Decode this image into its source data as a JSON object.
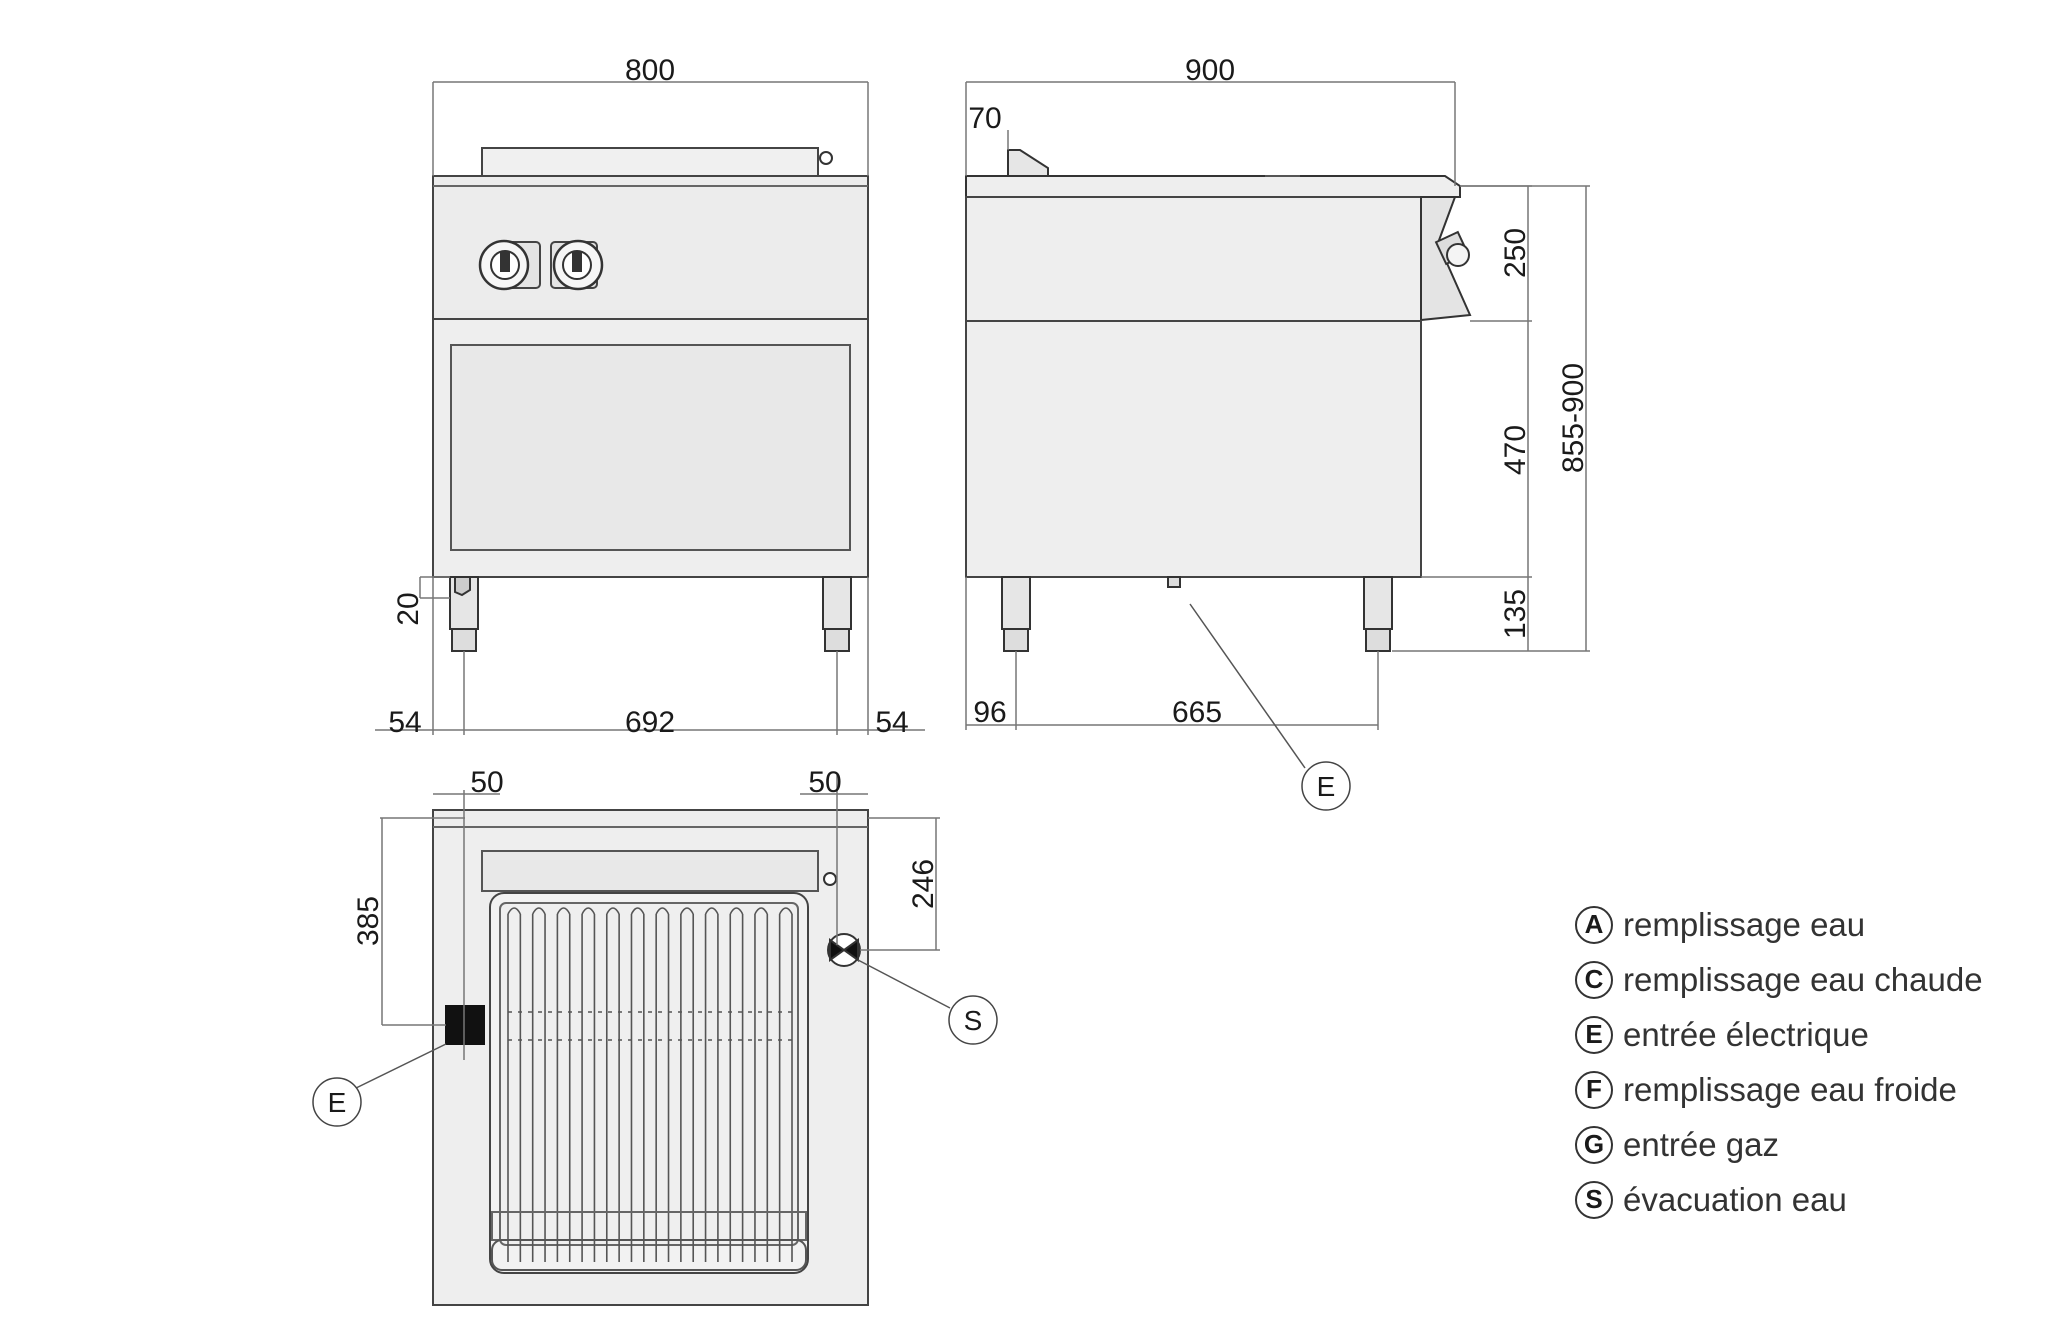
{
  "dimensions": {
    "front_width": "800",
    "front_foot_height": "20",
    "front_left_offset": "54",
    "front_foot_spacing": "692",
    "front_right_offset": "54",
    "side_depth": "900",
    "side_back_offset": "70",
    "side_top_height": "250",
    "side_mid_height": "470",
    "side_leg_height": "135",
    "side_total_height": "855-900",
    "side_front_offset": "96",
    "side_foot_spacing": "665",
    "top_left_offset": "50",
    "top_right_offset": "50",
    "top_e_depth": "385",
    "top_s_depth": "246"
  },
  "callouts": {
    "side_e": "E",
    "top_e": "E",
    "top_s": "S"
  },
  "legend": [
    {
      "letter": "A",
      "label": "remplissage eau"
    },
    {
      "letter": "C",
      "label": "remplissage eau chaude"
    },
    {
      "letter": "E",
      "label": "entrée électrique"
    },
    {
      "letter": "F",
      "label": "remplissage eau froide"
    },
    {
      "letter": "G",
      "label": "entrée gaz"
    },
    {
      "letter": "S",
      "label": "évacuation eau"
    }
  ]
}
